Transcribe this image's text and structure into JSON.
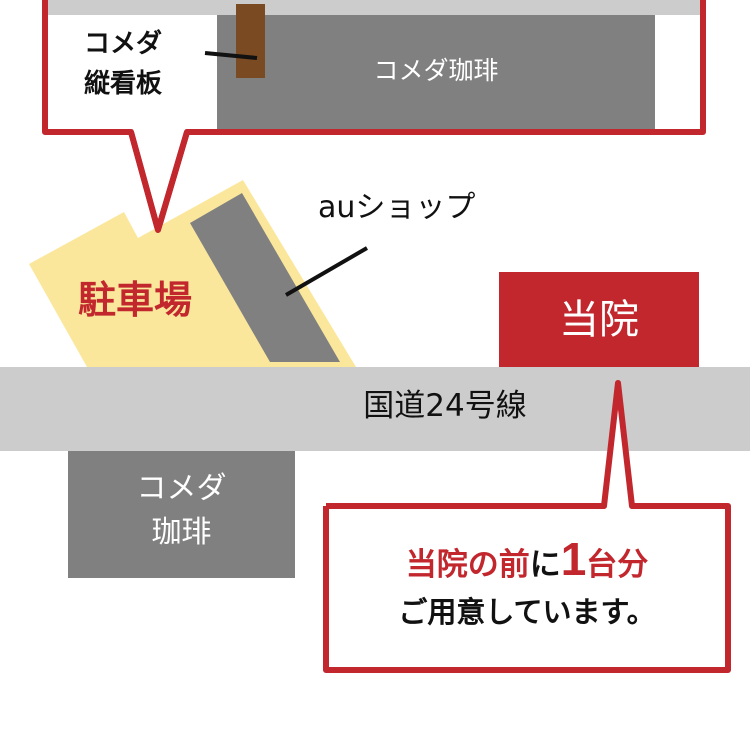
{
  "colors": {
    "accent_red": "#c1272d",
    "road_gray": "#cccccc",
    "building_gray": "#808080",
    "parking_yellow": "#fbe79c",
    "sign_brown": "#7a4a22",
    "text_black": "#111111",
    "background": "#ffffff"
  },
  "top_callout": {
    "sign_label_line1": "コメダ",
    "sign_label_line2": "縦看板",
    "store_label": "コメダ珈琲"
  },
  "au_shop": {
    "label": "auショップ"
  },
  "parking": {
    "label": "駐車場"
  },
  "clinic": {
    "label": "当院"
  },
  "road": {
    "label": "国道24号線"
  },
  "komeda_bottom": {
    "line1": "コメダ",
    "line2": "珈琲"
  },
  "bottom_callout": {
    "line1_part1": "当院の前",
    "line1_part2": "に",
    "line1_number": "1",
    "line1_part3": "台分",
    "line2": "ご用意しています。"
  }
}
